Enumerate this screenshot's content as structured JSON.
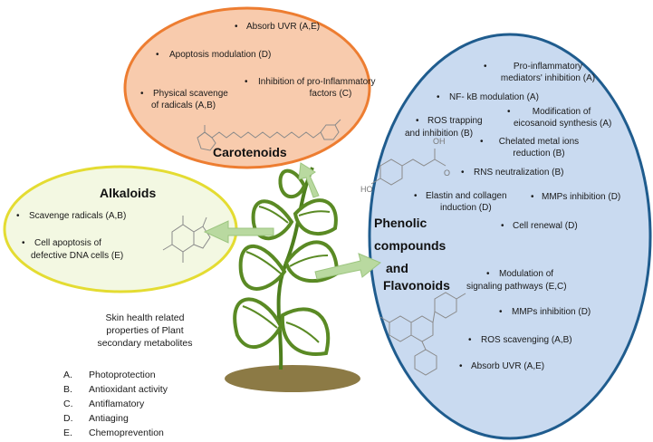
{
  "carotenoids": {
    "title": "Carotenoids",
    "items": [
      "Absorb UVR (A,E)",
      "Apoptosis modulation (D)",
      "Inhibition of pro-Inflammatory",
      "factors (C)",
      "Physical scavenge",
      "of radicals (A,B)"
    ]
  },
  "alkaloids": {
    "title": "Alkaloids",
    "items": [
      "Scavenge radicals (A,B)",
      "Cell apoptosis of",
      "defective DNA cells (E)"
    ]
  },
  "phenolics": {
    "title_line1": "Phenolic",
    "title_line2": "compounds",
    "title_line3": "and",
    "title_line4": "Flavonoids",
    "items": [
      "Pro-inflammatory",
      "mediators' inhibition (A)",
      "NF- kB modulation (A)",
      "Modification of",
      "eicosanoid synthesis (A)",
      "ROS trapping",
      "and inhibition (B)",
      "Chelated metal ions",
      "reduction (B)",
      "RNS neutralization (B)",
      "Elastin and collagen",
      "induction (D)",
      "MMPs inhibition (D)",
      "Cell renewal (D)",
      "Modulation of",
      "signaling pathways (E,C)",
      "MMPs inhibition (D)",
      "ROS scavenging (A,B)",
      "Absorb UVR (A,E)"
    ],
    "molecule_labels": [
      "OH",
      "HO",
      "O"
    ]
  },
  "caption": {
    "line1": "Skin health related",
    "line2": "properties of Plant",
    "line3": "secondary metabolites"
  },
  "legend": [
    {
      "key": "A.",
      "label": "Photoprotection"
    },
    {
      "key": "B.",
      "label": "Antioxidant activity"
    },
    {
      "key": "C.",
      "label": "Antiflamatory"
    },
    {
      "key": "D.",
      "label": "Antiaging"
    },
    {
      "key": "E.",
      "label": "Chemoprevention"
    }
  ],
  "colors": {
    "carotenoid_fill": "#f8cbad",
    "carotenoid_stroke": "#ed7d31",
    "alkaloid_fill": "#f3f8e2",
    "alkaloid_stroke": "#e4dc32",
    "phenolic_fill": "#c9daf0",
    "phenolic_stroke": "#1f5c8e",
    "leaf_stroke": "#5a8a24",
    "stem": "#4e7f1e",
    "soil": "#8c7a45",
    "arrow": "#b9d9a0"
  }
}
